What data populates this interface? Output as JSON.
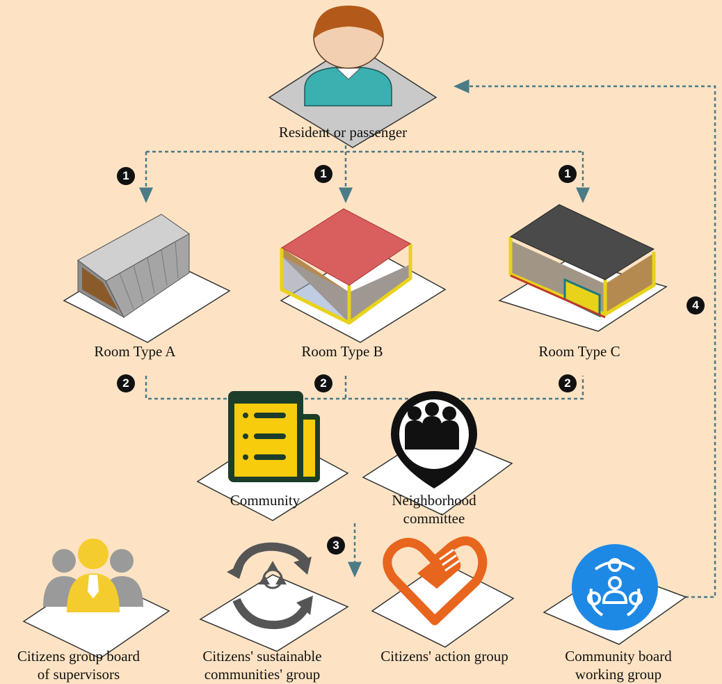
{
  "nodes": {
    "resident": "Resident or passenger",
    "room_a": "Room Type A",
    "room_b": "Room Type B",
    "room_c": "Room Type C",
    "community": "Community",
    "neighborhood_line1": "Neighborhood",
    "neighborhood_line2": "committee",
    "supervisors_line1": "Citizens group board",
    "supervisors_line2": "of supervisors",
    "sustainable_line1": "Citizens' sustainable",
    "sustainable_line2": "communities' group",
    "action": "Citizens' action group",
    "board_line1": "Community board",
    "board_line2": "working group"
  },
  "steps": {
    "s1": "1",
    "s2": "2",
    "s3": "3",
    "s4": "4"
  },
  "icons": {
    "resident": "person-avatar-icon",
    "room_a": "container-room-icon",
    "room_b": "glass-room-red-roof-icon",
    "room_c": "glass-room-dark-roof-icon",
    "community": "building-document-icon",
    "neighborhood": "group-location-pin-icon",
    "supervisors": "supervisor-group-icon",
    "sustainable": "recycle-icon",
    "action": "heart-hand-icon",
    "board": "network-people-icon"
  },
  "colors": {
    "background": "#fde3c4",
    "connector": "#4a7b86",
    "tile": "#ffffff",
    "tile_gray": "#c9c9c9",
    "avatar_shirt": "#3bb0b0",
    "avatar_hair": "#b35a1a",
    "roof_red": "#d95f5f",
    "roof_dark": "#4a4a4a",
    "frame_yellow": "#f0e12a",
    "community_yellow": "#f7cc0c",
    "community_green": "#1c3d2a",
    "action_orange": "#e8651e",
    "board_blue": "#1e88e5",
    "supervisor_gold": "#f5cc2e"
  }
}
